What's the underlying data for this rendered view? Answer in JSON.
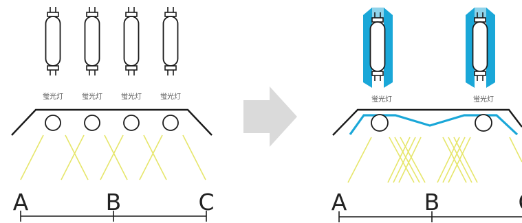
{
  "colors": {
    "line": "#1a1a1a",
    "reflector": "#1aa7d8",
    "light_ray": "#e6e66a",
    "arrow": "#dadada",
    "label_grey": "#5a5a5a"
  },
  "left_panel": {
    "tube_label": "蛍光灯",
    "tube_count": 4,
    "points": [
      "A",
      "B",
      "C"
    ]
  },
  "right_panel": {
    "tube_label": "蛍光灯",
    "tube_count": 2,
    "points": [
      "A",
      "B",
      "C"
    ]
  },
  "icons": {
    "transition": "right-arrow-icon",
    "tube": "fluorescent-tube-icon",
    "reflector": "reflector-icon"
  }
}
